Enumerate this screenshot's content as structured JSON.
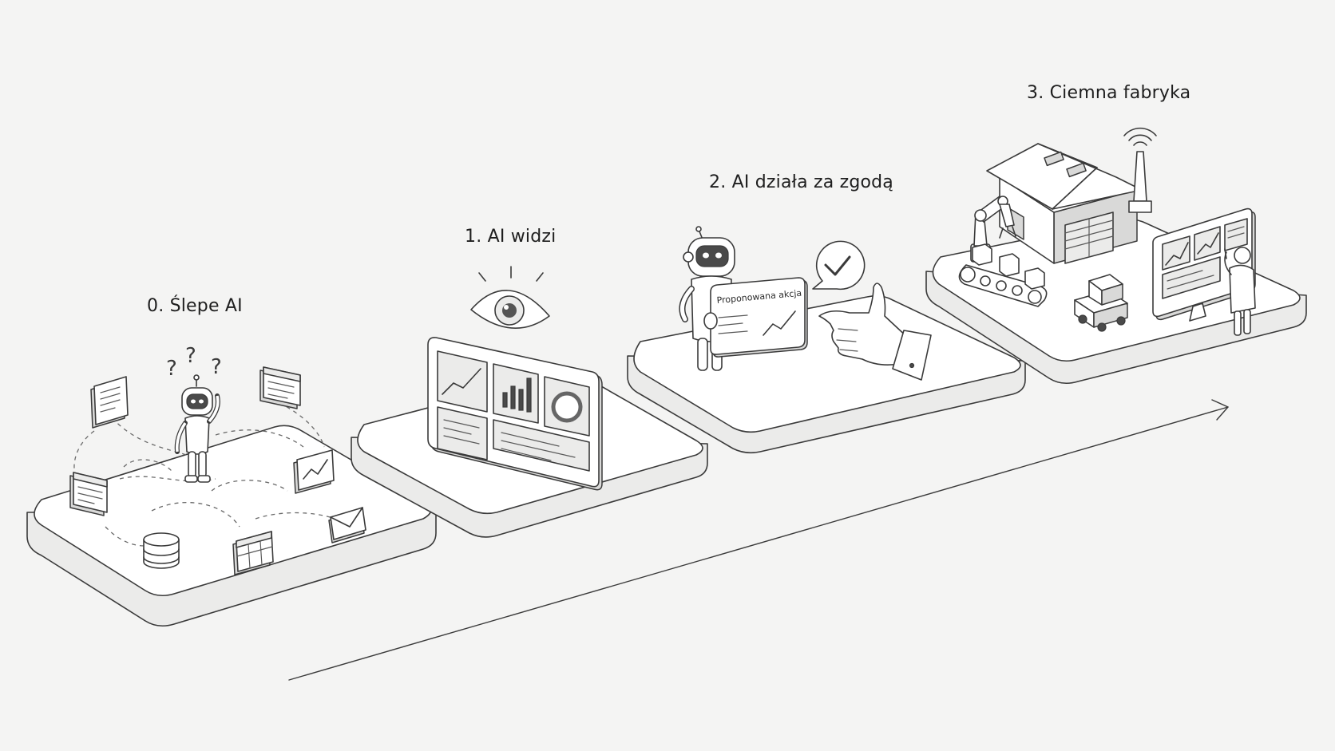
{
  "stages": [
    {
      "label": "0. Ślepe AI"
    },
    {
      "label": "1. AI widzi"
    },
    {
      "label": "2. AI działa za zgodą"
    },
    {
      "label": "3. Ciemna fabryka"
    }
  ],
  "panel": {
    "title": "Proponowana akcja"
  },
  "robot_marks": [
    "?",
    "?",
    "?"
  ],
  "icons": {
    "stage0": [
      "document-icon",
      "browser-window-icon",
      "chart-window-icon",
      "mail-icon",
      "spreadsheet-icon",
      "database-icon",
      "robot-icon",
      "question-mark-icon"
    ],
    "stage1": [
      "eye-icon",
      "dashboard-icon"
    ],
    "stage2": [
      "robot-icon",
      "checkmark-bubble-icon",
      "hand-icon"
    ],
    "stage3": [
      "factory-icon",
      "antenna-icon",
      "robot-arm-icon",
      "conveyor-icon",
      "agv-cart-icon",
      "monitor-icon",
      "worker-icon"
    ]
  },
  "colors": {
    "background": "#f4f4f3",
    "ink": "#3a3a3a",
    "platform_top": "#ffffff",
    "platform_side": "#e9e9e8"
  }
}
